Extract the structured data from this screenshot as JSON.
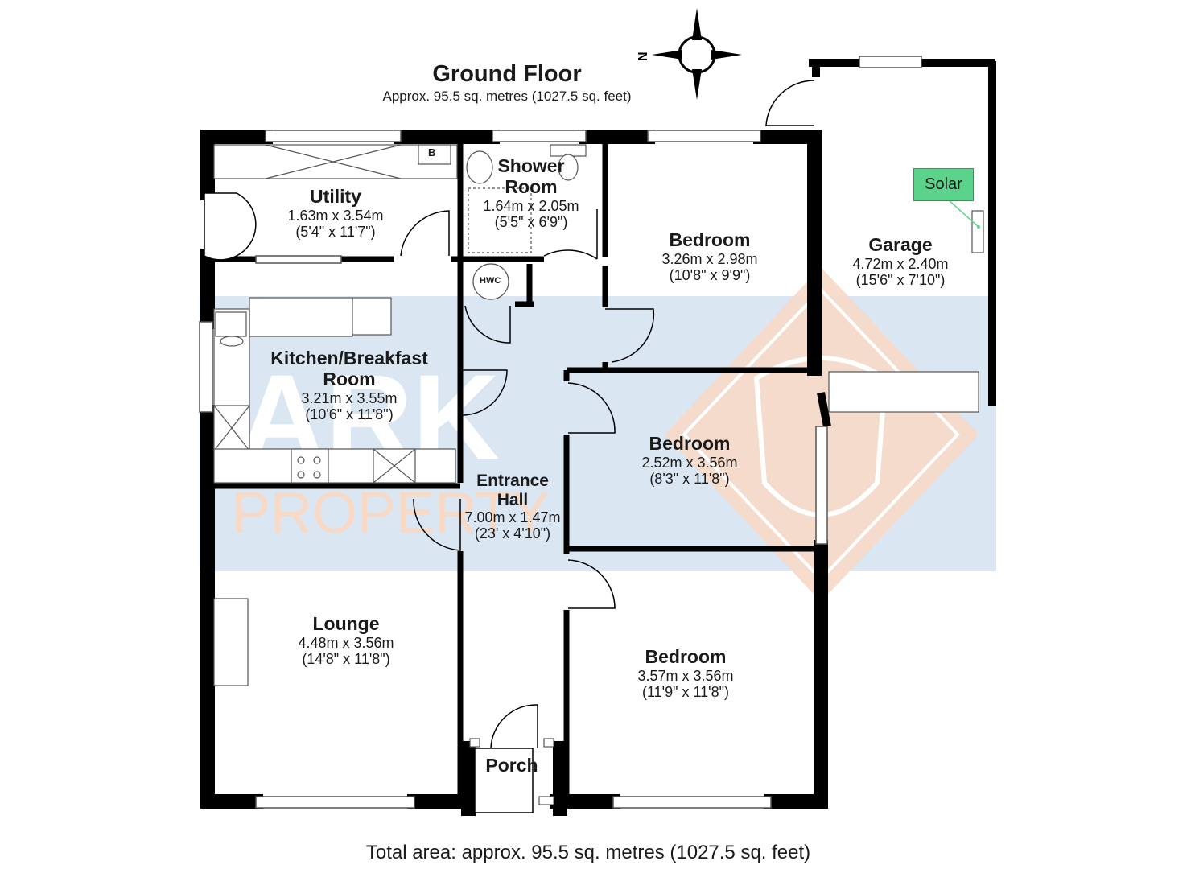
{
  "header": {
    "title": "Ground Floor",
    "subtitle": "Approx. 95.5 sq. metres (1027.5 sq. feet)"
  },
  "compass": {
    "label": "N"
  },
  "rooms": {
    "utility": {
      "name": "Utility",
      "metric": "1.63m x 3.54m",
      "imperial": "(5'4\" x 11'7\")"
    },
    "shower": {
      "name1": "Shower",
      "name2": "Room",
      "metric": "1.64m x 2.05m",
      "imperial": "(5'5\" x 6'9\")"
    },
    "bedroom1": {
      "name": "Bedroom",
      "metric": "3.26m x 2.98m",
      "imperial": "(10'8\" x 9'9\")"
    },
    "garage": {
      "name": "Garage",
      "metric": "4.72m x 2.40m",
      "imperial": "(15'6\" x 7'10\")"
    },
    "kitchen": {
      "name1": "Kitchen/Breakfast",
      "name2": "Room",
      "metric": "3.21m x 3.55m",
      "imperial": "(10'6\" x 11'8\")"
    },
    "bedroom2": {
      "name": "Bedroom",
      "metric": "2.52m x 3.56m",
      "imperial": "(8'3\" x 11'8\")"
    },
    "hall": {
      "name1": "Entrance",
      "name2": "Hall",
      "metric": "7.00m x 1.47m",
      "imperial": "(23' x 4'10\")"
    },
    "lounge": {
      "name": "Lounge",
      "metric": "4.48m x 3.56m",
      "imperial": "(14'8\" x 11'8\")"
    },
    "bedroom3": {
      "name": "Bedroom",
      "metric": "3.57m x 3.56m",
      "imperial": "(11'9\" x 11'8\")"
    },
    "porch": {
      "name": "Porch"
    }
  },
  "fixtures": {
    "boiler": "B",
    "hot_water_cylinder": "HWC",
    "solar": "Solar"
  },
  "watermark": {
    "line1": "ARK",
    "line2": "PROPERTY"
  },
  "footer": {
    "total": "Total area: approx. 95.5 sq. metres (1027.5 sq. feet)"
  },
  "colors": {
    "wall": "#000000",
    "watermark_band": "#dbe6f3",
    "watermark_diamond": "#f7d9c6",
    "solar": "#5bd38a"
  }
}
